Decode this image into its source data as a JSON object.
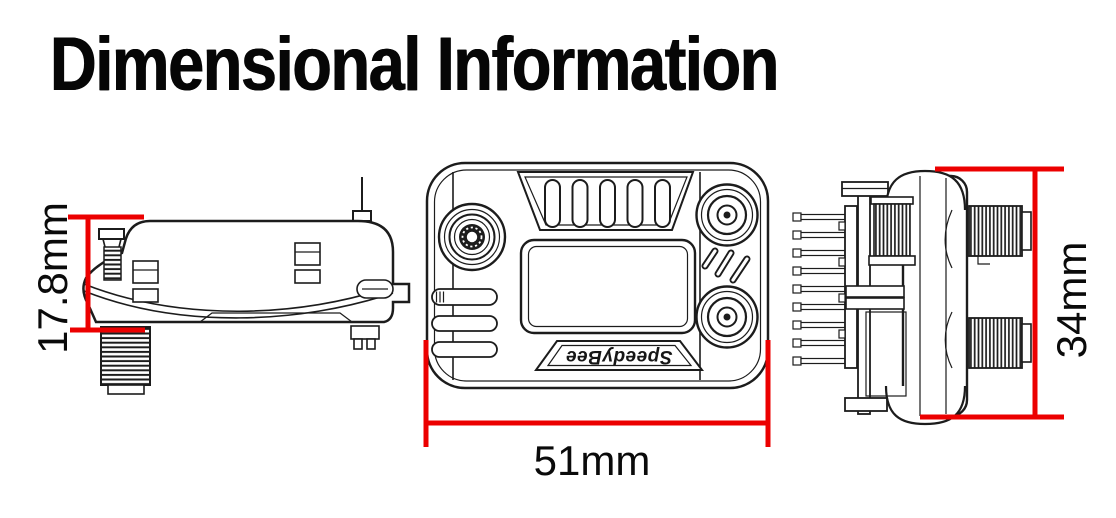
{
  "title": "Dimensional Information",
  "colors": {
    "dimension_accent": "#ec0000",
    "line_art": "#1c1c1c",
    "background": "#ffffff"
  },
  "views": [
    {
      "id": "side-profile-view",
      "dimension_label": "17.8mm",
      "dimension_axis": "height"
    },
    {
      "id": "top-view",
      "dimension_label": "51mm",
      "dimension_axis": "width",
      "logo_text": "SpeedyBee"
    },
    {
      "id": "connector-side-view",
      "dimension_label": "34mm",
      "dimension_axis": "height"
    }
  ]
}
